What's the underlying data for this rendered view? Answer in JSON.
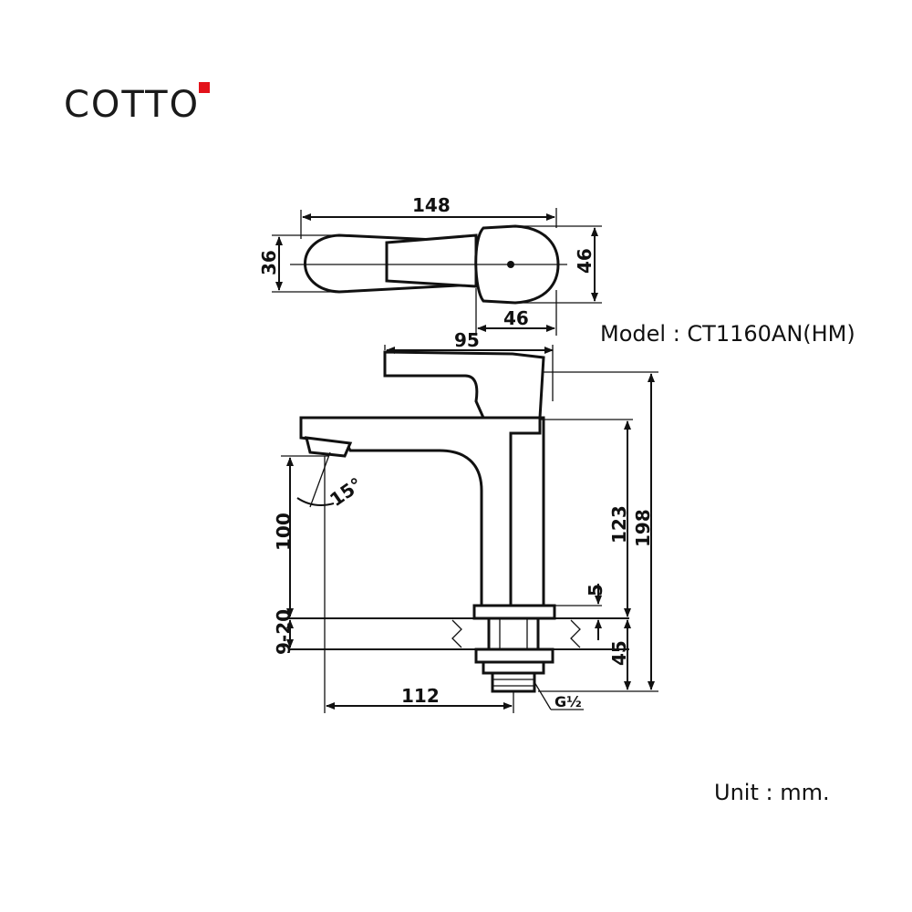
{
  "brand": {
    "name": "COTTO",
    "accent_color": "#e3121a"
  },
  "model_label": "Model : CT1160AN(HM)",
  "unit_label": "Unit : mm.",
  "dimensions": {
    "top_length": "148",
    "top_width_spout": "36",
    "top_width_handle": "46",
    "top_handle_length": "46",
    "handle_reach": "95",
    "spout_height": "100",
    "counter_thickness": "9-20",
    "spout_reach": "112",
    "spout_angle": "15°",
    "body_height": "123",
    "total_height": "198",
    "base_thickness": "5",
    "below_counter": "45",
    "thread": "G½"
  }
}
